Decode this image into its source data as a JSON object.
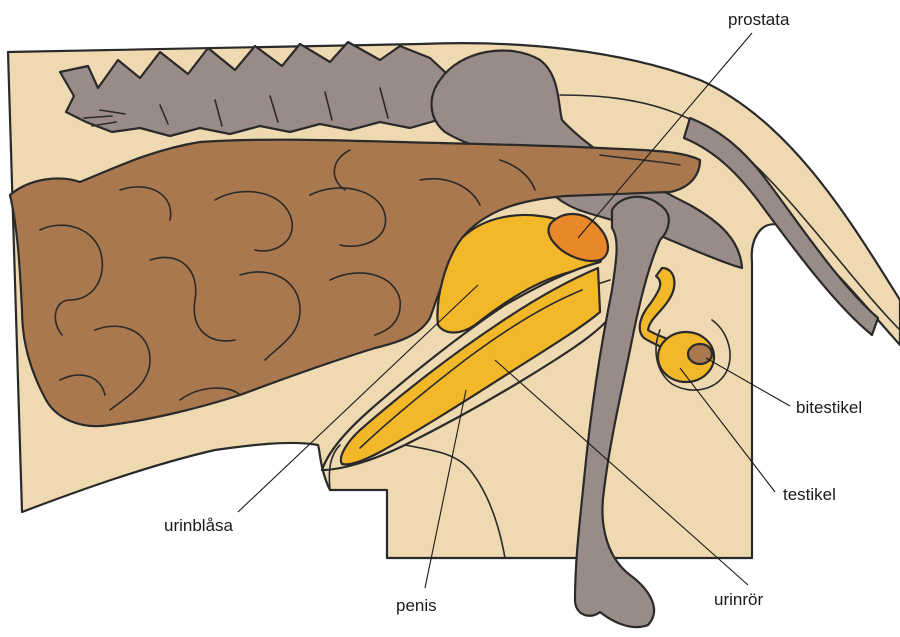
{
  "labels": {
    "prostata": "prostata",
    "bitestikel": "bitestikel",
    "testikel": "testikel",
    "urinblasa": "urinblåsa",
    "penis": "penis",
    "urinror": "urinrör"
  },
  "colors": {
    "body": "#eed9b1",
    "bone": "#998c88",
    "intestine": "#a9784e",
    "bladder_urethra": "#f2b82a",
    "prostate": "#e8882a",
    "outline": "#2a2a2a"
  }
}
